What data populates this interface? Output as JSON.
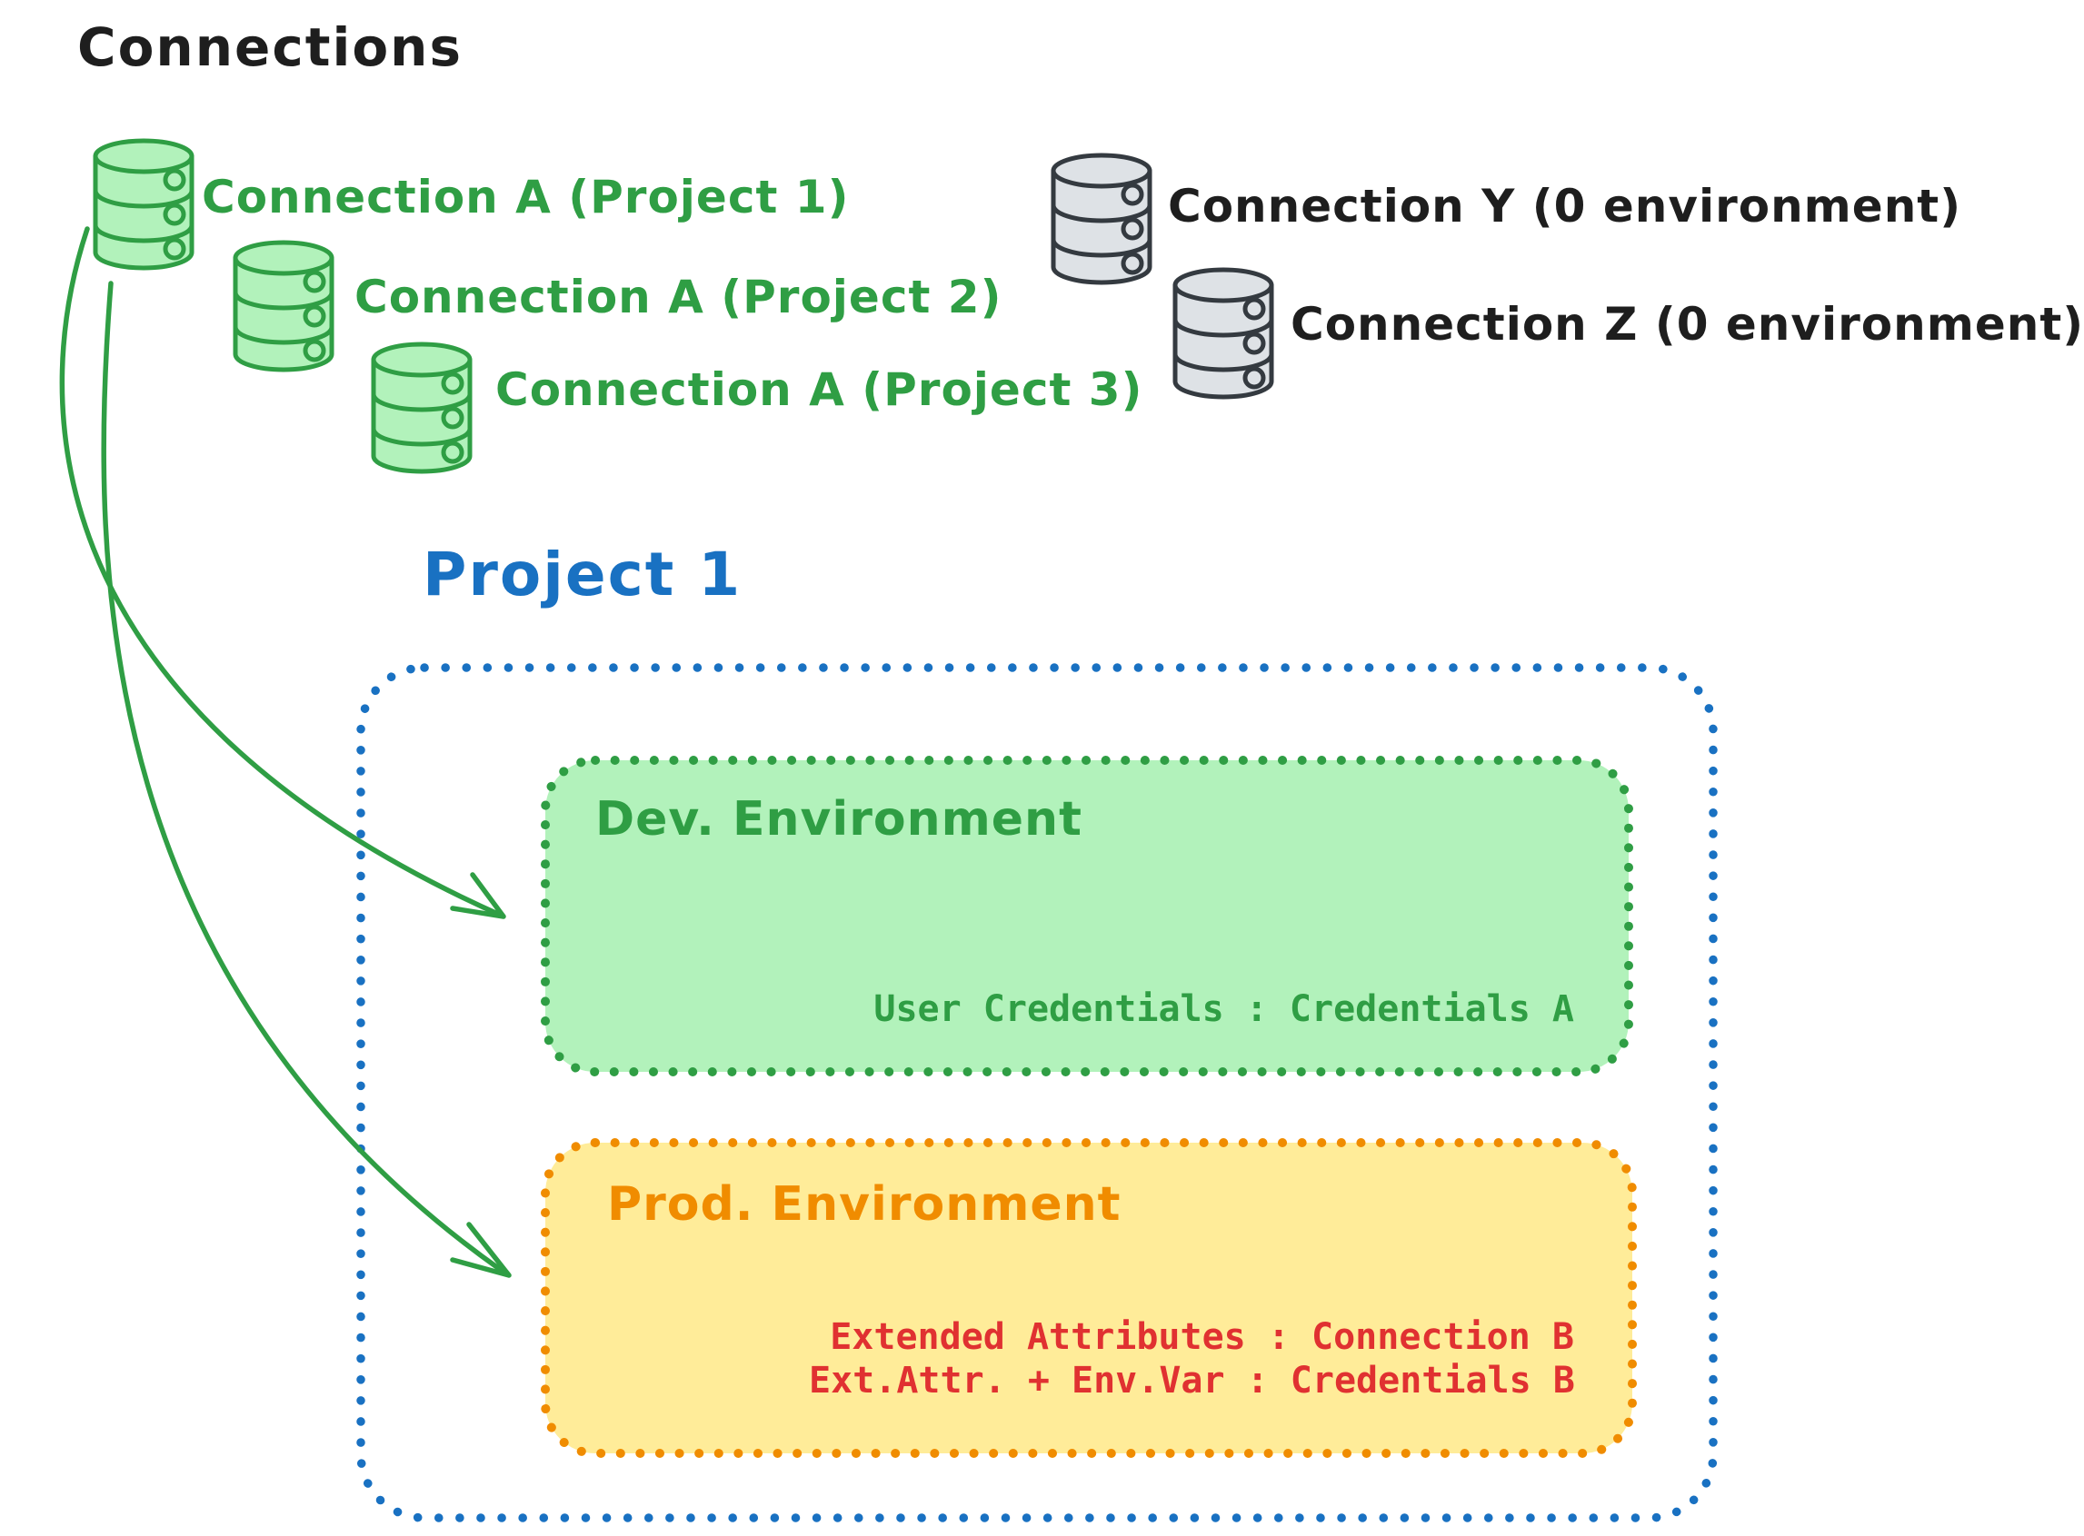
{
  "diagram": {
    "title": "Connections",
    "project_title": "Project 1",
    "connections": [
      {
        "label": "Connection A (Project 1)",
        "color_group": "green"
      },
      {
        "label": "Connection A (Project 2)",
        "color_group": "green"
      },
      {
        "label": "Connection A (Project 3)",
        "color_group": "green"
      },
      {
        "label": "Connection Y (0 environment)",
        "color_group": "gray"
      },
      {
        "label": "Connection Z (0 environment)",
        "color_group": "gray"
      }
    ],
    "environments": {
      "dev": {
        "title": "Dev. Environment",
        "credentials_line": "User Credentials : Credentials A"
      },
      "prod": {
        "title": "Prod. Environment",
        "line1": "Extended Attributes : Connection B",
        "line2": "Ext.Attr. + Env.Var : Credentials B"
      }
    },
    "colors": {
      "text_black": "#1e1e1e",
      "green_stroke": "#2f9e44",
      "green_fill": "#b2f2bb",
      "blue": "#1971c2",
      "orange_stroke": "#f08c00",
      "orange_fill": "#ffec99",
      "red_text": "#e03131",
      "gray_db_fill": "#dee2e6",
      "gray_db_stroke": "#343a40"
    }
  }
}
